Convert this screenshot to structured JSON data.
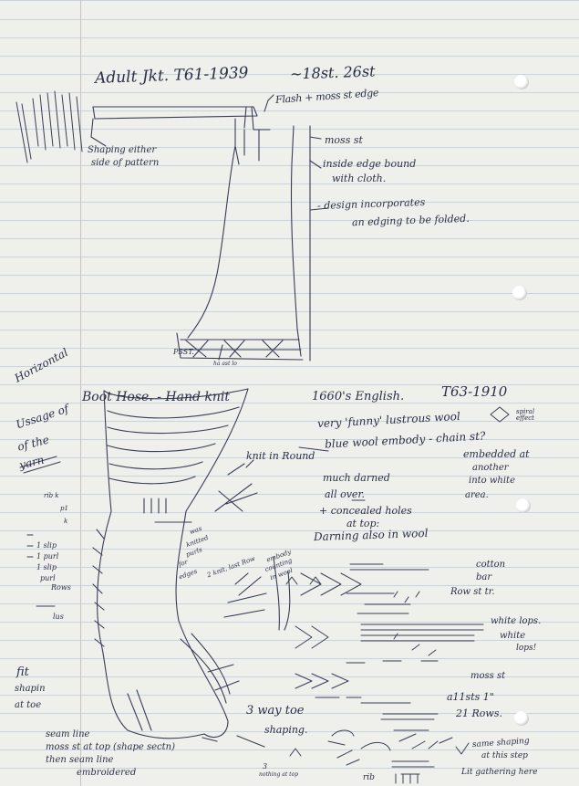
{
  "top_section": {
    "title": "Adult Jkt. T61-1939",
    "gauge": "~18st. 26st",
    "notes": {
      "edge": "Flash + moss st edge",
      "moss": "moss st",
      "inside_edge_1": "inside edge bound",
      "inside_edge_2": "with cloth.",
      "design_1": "- design incorporates",
      "design_2": "an edging to be folded.",
      "shaping_1": "Shaping either",
      "shaping_2": "side of pattern",
      "psst": "PSST.",
      "small": "ha ast lo"
    }
  },
  "bottom_section": {
    "heading_left": "Boot Hose. - Hand knit",
    "heading_right_1": "1660's English.",
    "heading_right_2": "T63-1910",
    "margin_note": [
      "Horizontal",
      "Ussage of",
      "of the",
      "yarn"
    ],
    "notes": {
      "lustrous": "very 'funny' lustrous wool",
      "spiral": "spiral effect",
      "embody": "blue wool embody - chain st?",
      "embedded_1": "embedded at",
      "embedded_2": "another",
      "embedded_3": "into white",
      "embedded_4": "area.",
      "knit_round": "knit in Round",
      "darned_1": "much darned",
      "darned_2": "all over.",
      "darned_3": "+ concealed holes",
      "darned_4": "at top:",
      "darning": "Darning also in wool",
      "cotton_1": "cotton",
      "cotton_2": "bar",
      "row": "Row st tr.",
      "white_1": "white lops.",
      "white_2": "white",
      "white_3": "lops!",
      "moss": "moss st",
      "rows_1": "a11sts 1\"",
      "rows_2": "21 Rows.",
      "same_shaping_1": "same shaping",
      "same_shaping_2": "at this step",
      "same_shaping_3": "Lit gathering here",
      "toe": "3 way toe",
      "toe_2": "shaping.",
      "seam_1": "seam line",
      "seam_2": "moss st at top (shape sectn)",
      "seam_3": "then seam line",
      "seam_4": "embroidered",
      "fit_1": "fit",
      "fit_2": "shapin",
      "fit_3": "at toe",
      "tiny_left": [
        "rib k",
        "p1",
        "k"
      ],
      "tiny_left_2": [
        "1 slip",
        "1 purl",
        "1 slip",
        "purl"
      ],
      "tiny_left_3": [
        "Rows",
        "lus"
      ],
      "tiny_mid_1": "was",
      "tiny_mid_2": "knitted",
      "tiny_mid_3": "purls",
      "tiny_mid_4": "for",
      "tiny_mid_5": "edges",
      "tiny_mid_6": "2 knit, last Row",
      "tiny_mid_7": "embody",
      "tiny_mid_8": "counting",
      "tiny_mid_9": "in wool",
      "bottom_1": "nothing at top",
      "bottom_2": "rib",
      "bottom_3": "3"
    }
  }
}
